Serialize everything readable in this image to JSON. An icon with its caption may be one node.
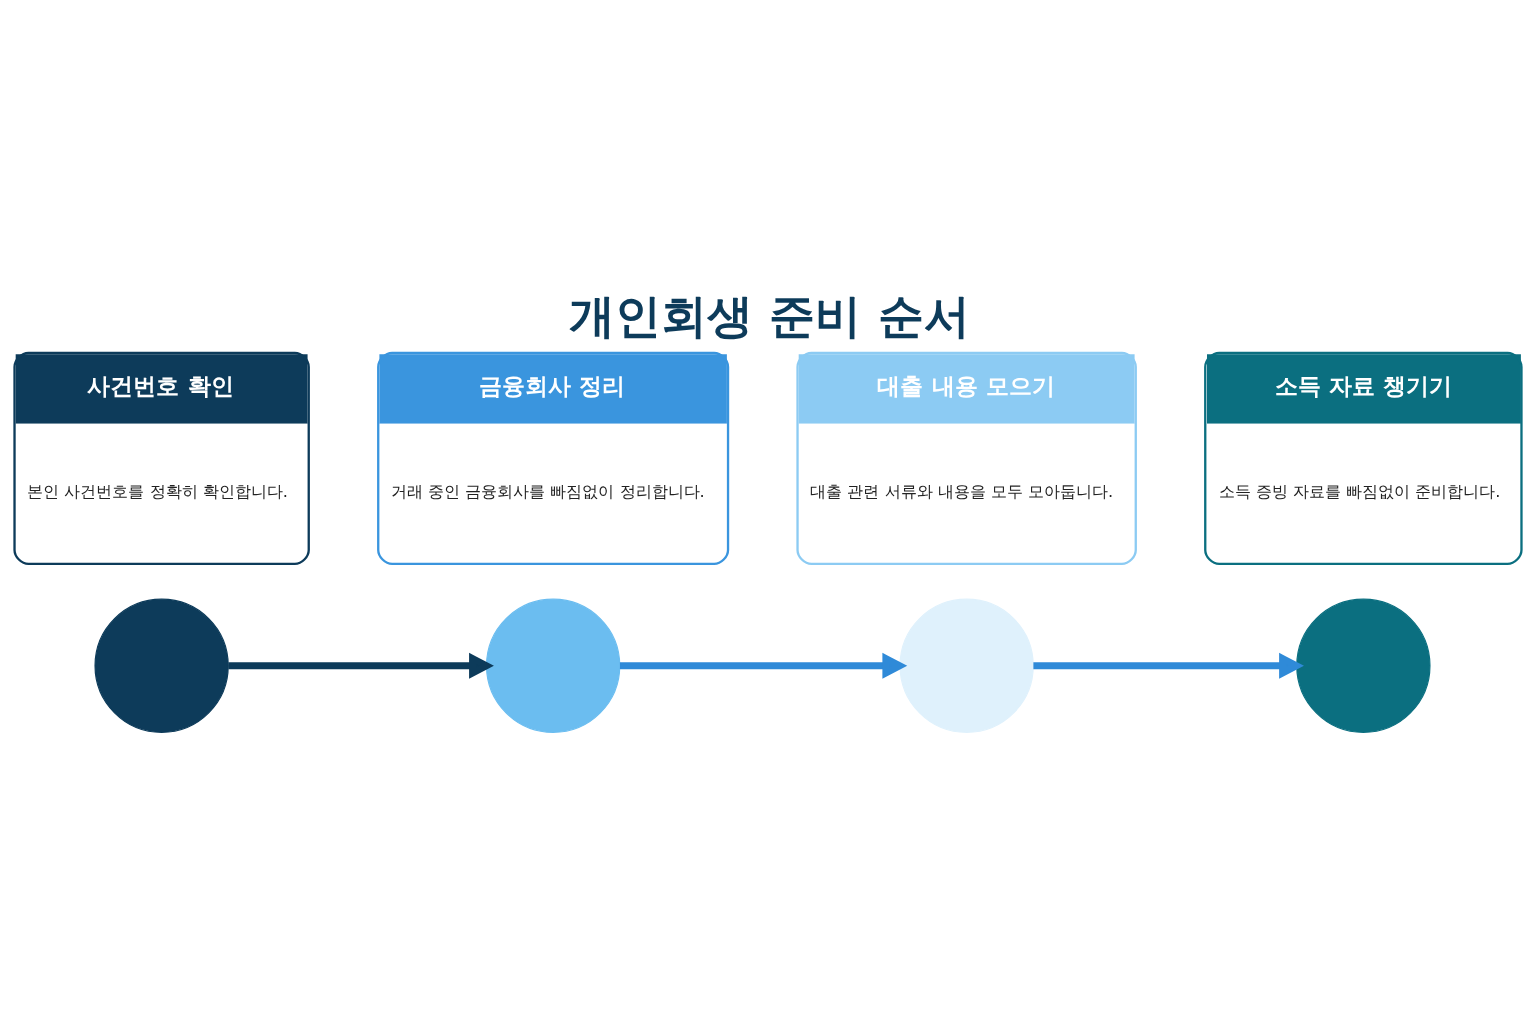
{
  "diagram": {
    "title": "개인회생 준비 순서",
    "nodes": [
      {
        "text": [],
        "shape": "circle"
      },
      {
        "text": [],
        "shape": "circle"
      },
      {
        "text": [],
        "shape": "circle"
      },
      {
        "text": [],
        "shape": "circle"
      },
      {
        "text": [
          "사건번호 확인",
          "본인 사건번호를 정확히 확인합니다."
        ]
      },
      {
        "text": [
          "금융회사 정리",
          "거래 중인 금융회사를 빠짐없이 정리합니다."
        ]
      },
      {
        "text": [
          "대출 내용 모으기",
          "대출 관련 서류와 내용을 모두 모아둡니다."
        ]
      },
      {
        "text": [
          "소득 자료 챙기기",
          "소득 증빙 자료를 빠짐없이 준비합니다."
        ]
      }
    ],
    "edges": [
      {
        "from": 0,
        "to": 1,
        "arrow": "to",
        "color": "#0d3b5a"
      },
      {
        "from": 1,
        "to": 2,
        "arrow": "to"
      },
      {
        "from": 2,
        "to": 3,
        "arrow": "to"
      }
    ]
  }
}
